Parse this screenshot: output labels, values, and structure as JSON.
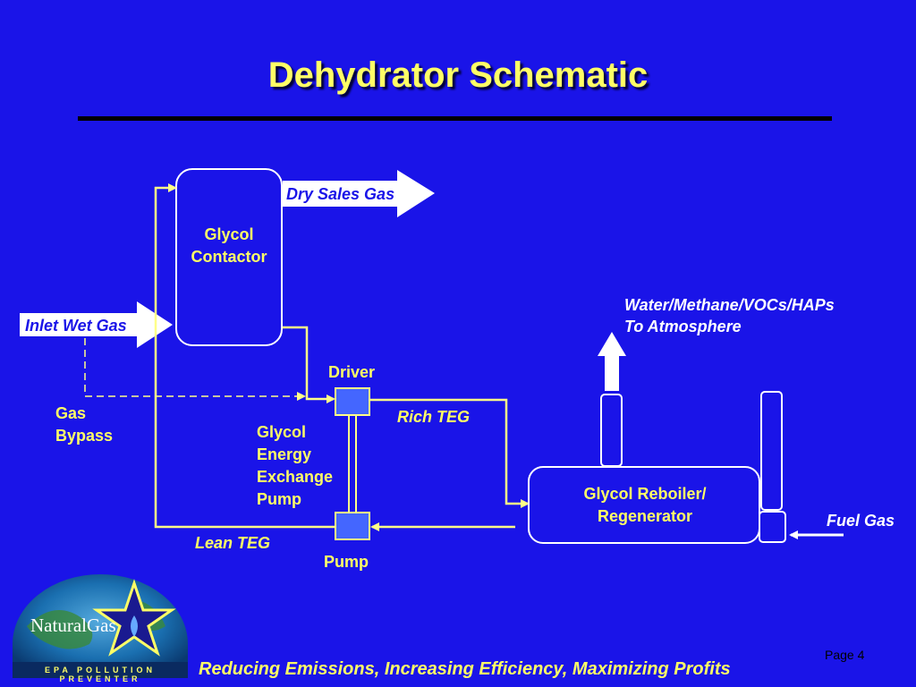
{
  "title": "Dehydrator Schematic",
  "labels": {
    "dry_sales_gas": "Dry Sales Gas",
    "glycol_contactor_1": "Glycol",
    "glycol_contactor_2": "Contactor",
    "inlet_wet_gas": "Inlet Wet Gas",
    "gas_bypass_1": "Gas",
    "gas_bypass_2": "Bypass",
    "driver": "Driver",
    "rich_teg": "Rich TEG",
    "pump_label_1": "Glycol",
    "pump_label_2": "Energy",
    "pump_label_3": "Exchange",
    "pump_label_4": "Pump",
    "lean_teg": "Lean TEG",
    "pump": "Pump",
    "vent_1": "Water/Methane/VOCs/HAPs",
    "vent_2": "To Atmosphere",
    "reboiler_1": "Glycol Reboiler/",
    "reboiler_2": "Regenerator",
    "fuel_gas": "Fuel Gas"
  },
  "logo": {
    "name": "NaturalGas",
    "tagline": "EPA  POLLUTION PREVENTER"
  },
  "footer": "Reducing Emissions, Increasing Efficiency, Maximizing Profits",
  "page": "Page 4",
  "colors": {
    "background": "#1a14e8",
    "text": "#ffff66",
    "line": "#ffff88",
    "box": "#4466ff"
  }
}
